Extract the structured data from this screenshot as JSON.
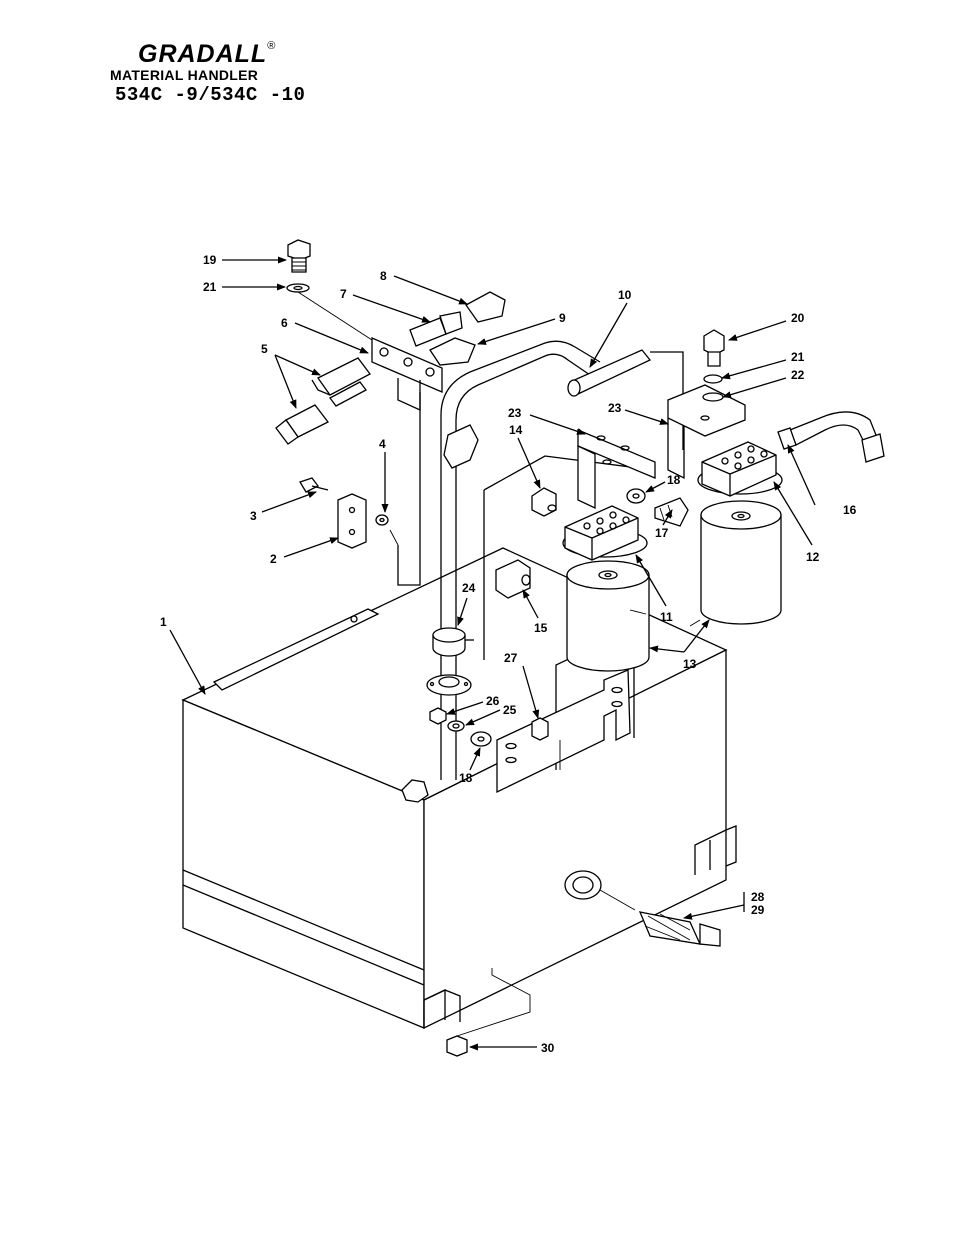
{
  "header": {
    "brand": "GRADALL",
    "registered": "®",
    "subtitle": "MATERIAL HANDLER",
    "model": "534C -9/534C -10"
  },
  "callouts": [
    {
      "id": "c1",
      "label": "1"
    },
    {
      "id": "c2",
      "label": "2"
    },
    {
      "id": "c3",
      "label": "3"
    },
    {
      "id": "c4",
      "label": "4"
    },
    {
      "id": "c5",
      "label": "5"
    },
    {
      "id": "c6",
      "label": "6"
    },
    {
      "id": "c7",
      "label": "7"
    },
    {
      "id": "c8",
      "label": "8"
    },
    {
      "id": "c9",
      "label": "9"
    },
    {
      "id": "c10",
      "label": "10"
    },
    {
      "id": "c11",
      "label": "11"
    },
    {
      "id": "c12",
      "label": "12"
    },
    {
      "id": "c13",
      "label": "13"
    },
    {
      "id": "c14",
      "label": "14"
    },
    {
      "id": "c15",
      "label": "15"
    },
    {
      "id": "c16",
      "label": "16"
    },
    {
      "id": "c17",
      "label": "17"
    },
    {
      "id": "c18a",
      "label": "18"
    },
    {
      "id": "c18b",
      "label": "18"
    },
    {
      "id": "c19",
      "label": "19"
    },
    {
      "id": "c20",
      "label": "20"
    },
    {
      "id": "c21a",
      "label": "21"
    },
    {
      "id": "c21b",
      "label": "21"
    },
    {
      "id": "c22",
      "label": "22"
    },
    {
      "id": "c23a",
      "label": "23"
    },
    {
      "id": "c23b",
      "label": "23"
    },
    {
      "id": "c24",
      "label": "24"
    },
    {
      "id": "c25",
      "label": "25"
    },
    {
      "id": "c26",
      "label": "26"
    },
    {
      "id": "c27",
      "label": "27"
    },
    {
      "id": "c28",
      "label": "28"
    },
    {
      "id": "c29",
      "label": "29"
    },
    {
      "id": "c30",
      "label": "30"
    }
  ]
}
